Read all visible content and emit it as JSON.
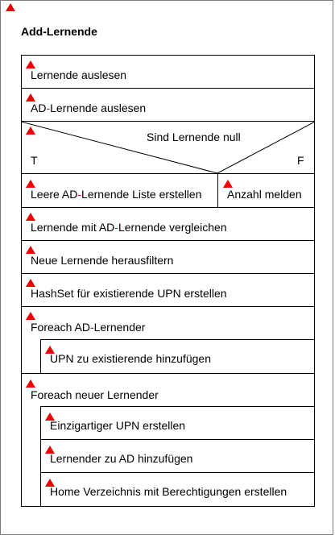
{
  "title": "Add-Lernende",
  "steps": {
    "s1": "Lernende auslesen",
    "s2_a": "AD",
    "s2_b": "-",
    "s2_c": "Lernende auslesen",
    "decision": {
      "question": "Sind Lernende null",
      "true": "T",
      "false": "F"
    },
    "true_a": "Leere AD",
    "true_b": "-",
    "true_c": "Lernende Liste erstellen",
    "false_branch": "Anzahl melden",
    "s3_a": "Lernende mit AD",
    "s3_b": "-",
    "s3_c": "Lernende vergleichen",
    "s4": "Neue Lernende herausfiltern",
    "s5": "HashSet für existierende UPN erstellen",
    "loop1_a": "Foreach AD",
    "loop1_b": "-",
    "loop1_c": "Lernender",
    "loop1_body": "UPN zu existierende hinzufügen",
    "loop2": "Foreach neuer Lernender",
    "loop2_body": [
      "Einzigartiger UPN erstellen",
      "Lernender zu AD hinzufügen",
      "Home Verzeichnis mit Berechtigungen erstellen"
    ]
  },
  "colors": {
    "marker": "#ee0000",
    "line": "#000000"
  }
}
